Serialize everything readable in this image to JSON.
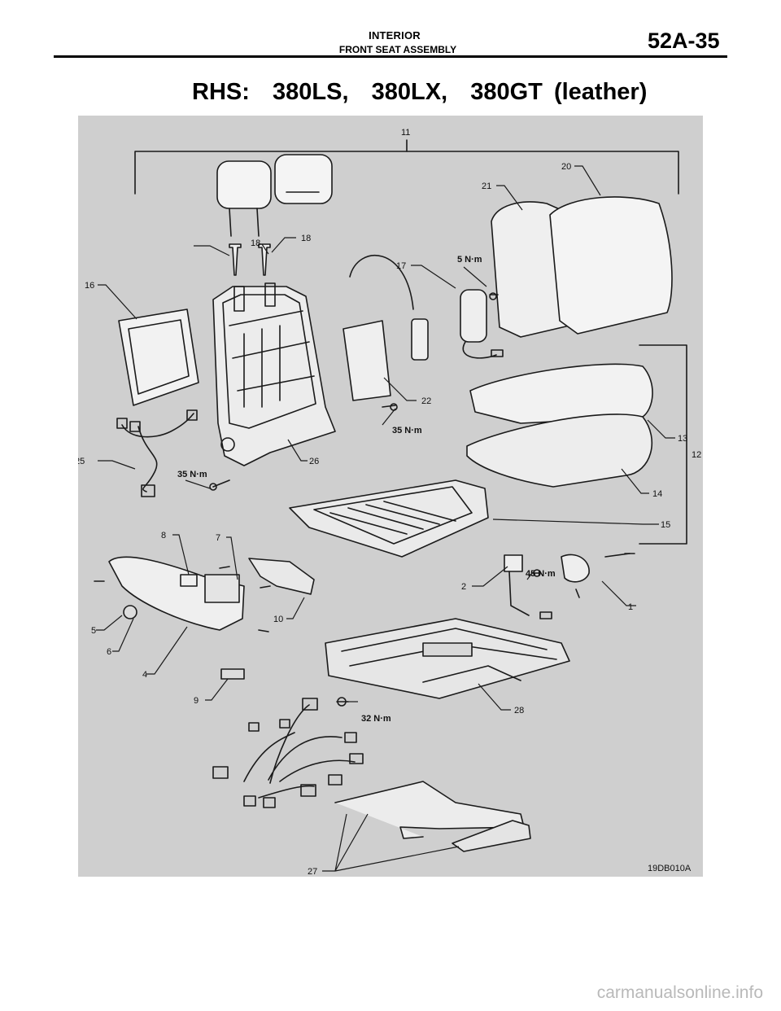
{
  "header": {
    "section": "INTERIOR",
    "subsection": "FRONT SEAT ASSEMBLY",
    "page_number": "52A-35"
  },
  "diagram": {
    "title": "RHS:  380LS,  380LX,  380GT (leather)",
    "figure_code": "19DB010A",
    "part_labels": {
      "p1": "1",
      "p2": "2",
      "p4": "4",
      "p5": "5",
      "p6": "6",
      "p7": "7",
      "p8": "8",
      "p9": "9",
      "p10": "10",
      "p11": "11",
      "p12": "12",
      "p13": "13",
      "p14": "14",
      "p15": "15",
      "p16": "16",
      "p17": "17",
      "p18a": "18",
      "p18b": "18",
      "p20": "20",
      "p21": "21",
      "p22": "22",
      "p25": "25",
      "p26": "26",
      "p27": "27",
      "p28": "28"
    },
    "torque_labels": {
      "t_airbag": "5 N·m",
      "t_back_right": "35 N·m",
      "t_back_left": "35 N·m",
      "t_buckle": "45 N·m",
      "t_rail": "32 N·m"
    }
  },
  "watermark": "carmanualsonline.info"
}
